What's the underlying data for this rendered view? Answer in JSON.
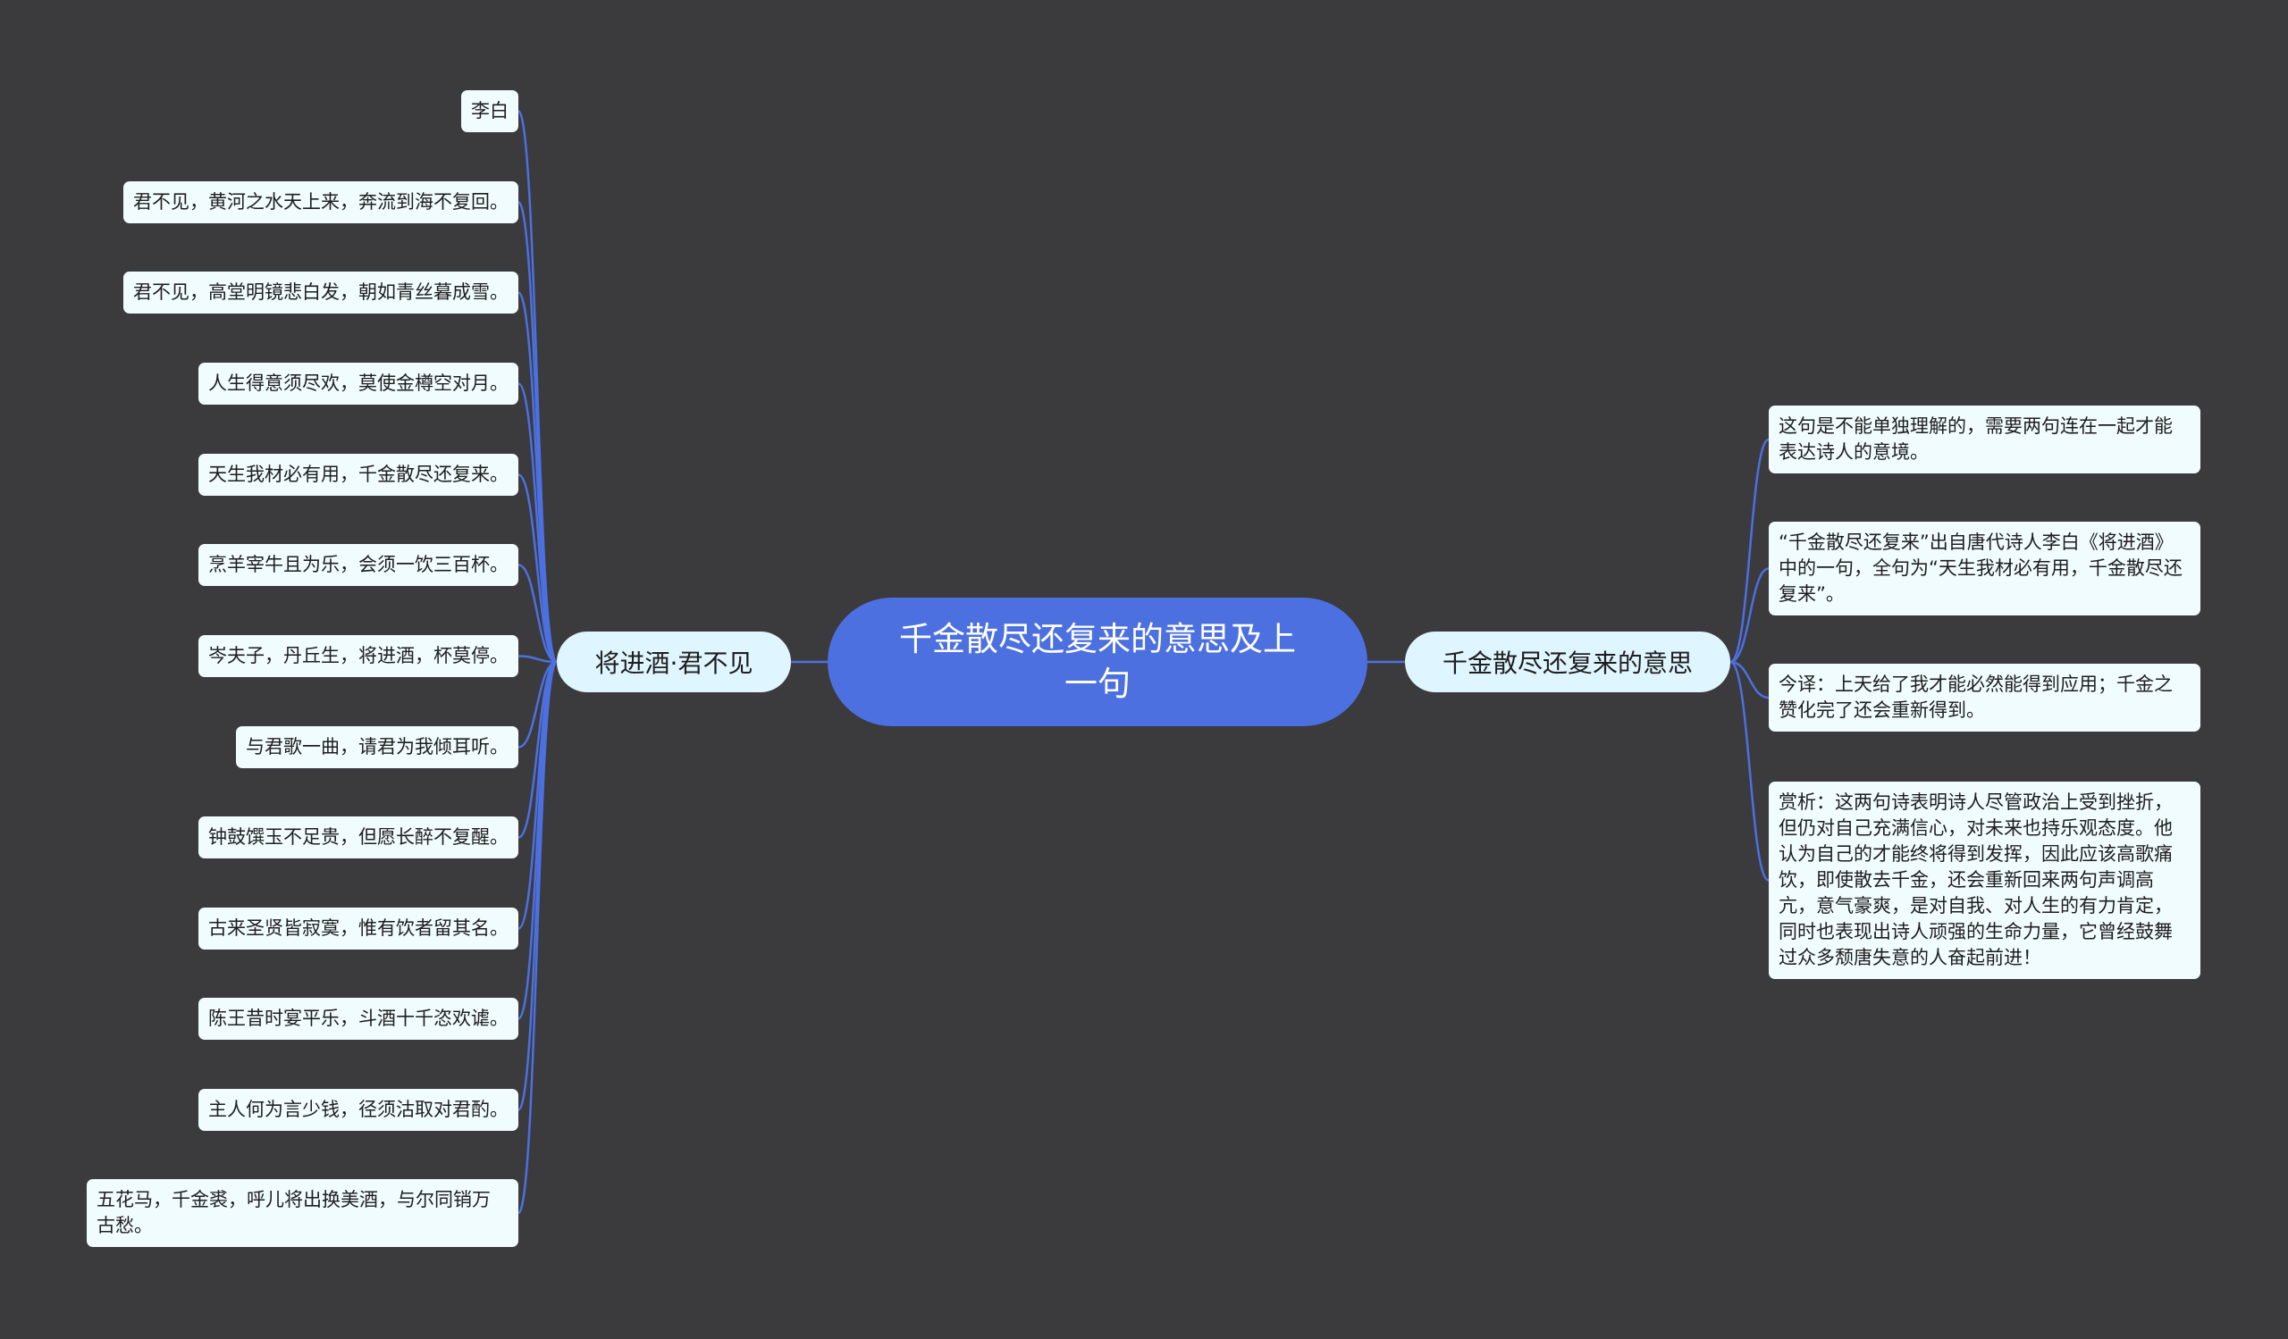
{
  "colors": {
    "background": "#3b3a3c",
    "root": "#4c70e0",
    "branch": "#dff5ff",
    "leaf": "#f1fcff",
    "connector": "#4c70e0"
  },
  "root": {
    "title": "千金散尽还复来的意思及上一句"
  },
  "left": {
    "label": "将进酒·君不见",
    "items": [
      "李白",
      "君不见，黄河之水天上来，奔流到海不复回。",
      "君不见，高堂明镜悲白发，朝如青丝暮成雪。",
      "人生得意须尽欢，莫使金樽空对月。",
      "天生我材必有用，千金散尽还复来。",
      "烹羊宰牛且为乐，会须一饮三百杯。",
      "岑夫子，丹丘生，将进酒，杯莫停。",
      "与君歌一曲，请君为我倾耳听。",
      "钟鼓馔玉不足贵，但愿长醉不复醒。",
      "古来圣贤皆寂寞，惟有饮者留其名。",
      "陈王昔时宴平乐，斗酒十千恣欢谑。",
      "主人何为言少钱，径须沽取对君酌。",
      "五花马，千金裘，呼儿将出换美酒，与尔同销万古愁。"
    ]
  },
  "right": {
    "label": "千金散尽还复来的意思",
    "items": [
      "这句是不能单独理解的，需要两句连在一起才能表达诗人的意境。",
      "“千金散尽还复来”出自唐代诗人李白《将进酒》中的一句，全句为“天生我材必有用，千金散尽还复来”。",
      "今译：上天给了我才能必然能得到应用；千金之赞化完了还会重新得到。",
      "赏析：这两句诗表明诗人尽管政治上受到挫折，但仍对自己充满信心，对未来也持乐观态度。他认为自己的才能终将得到发挥，因此应该高歌痛饮，即使散去千金，还会重新回来两句声调高亢，意气豪爽，是对自我、对人生的有力肯定，同时也表现出诗人顽强的生命力量，它曾经鼓舞过众多颓唐失意的人奋起前进！"
    ]
  }
}
